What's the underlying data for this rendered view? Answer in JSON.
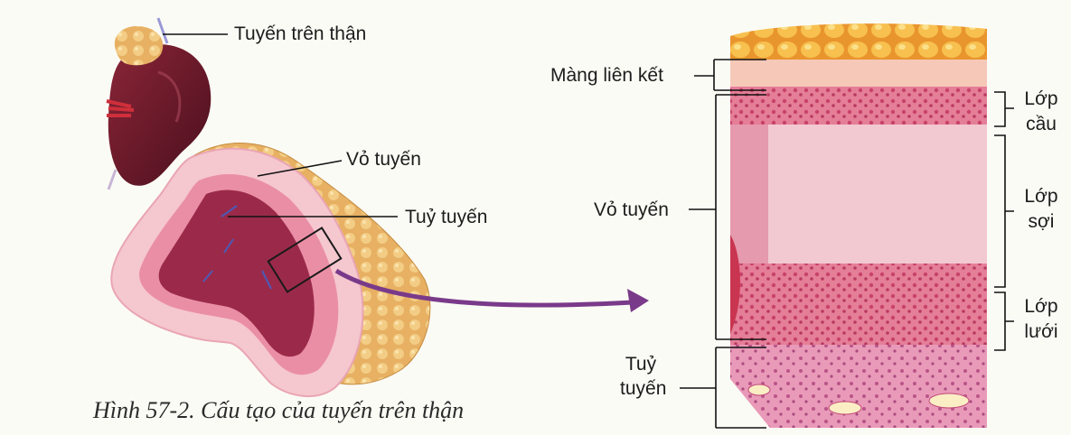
{
  "labels": {
    "tuyen_tren_than": "Tuyến trên thận",
    "vo_tuyen_left": "Vỏ tuyến",
    "tuy_tuyen_left": "Tuỷ tuyến",
    "mang_lien_ket": "Màng liên kết",
    "vo_tuyen_right": "Vỏ tuyến",
    "tuy_tuyen_right_1": "Tuỷ",
    "tuy_tuyen_right_2": "tuyến",
    "lop_cau_1": "Lớp",
    "lop_cau_2": "cầu",
    "lop_soi_1": "Lớp",
    "lop_soi_2": "sợi",
    "lop_luoi_1": "Lớp",
    "lop_luoi_2": "lưới"
  },
  "caption": "Hình 57-2. Cấu tạo của tuyến trên thận",
  "colors": {
    "kidney": "#6e1a2a",
    "adrenal_yellow": "#f2c070",
    "cortex_pink": "#f3c2c8",
    "medulla": "#9c2848",
    "arrow": "#7a3a8a",
    "section_fat": "#f0a040",
    "section_capsule": "#f6c7b8",
    "section_glomerulosa": "#d95d78",
    "section_fasciculata": "#f1c6cf",
    "section_reticularis": "#df6a84",
    "section_medulla": "#e99ab4"
  }
}
